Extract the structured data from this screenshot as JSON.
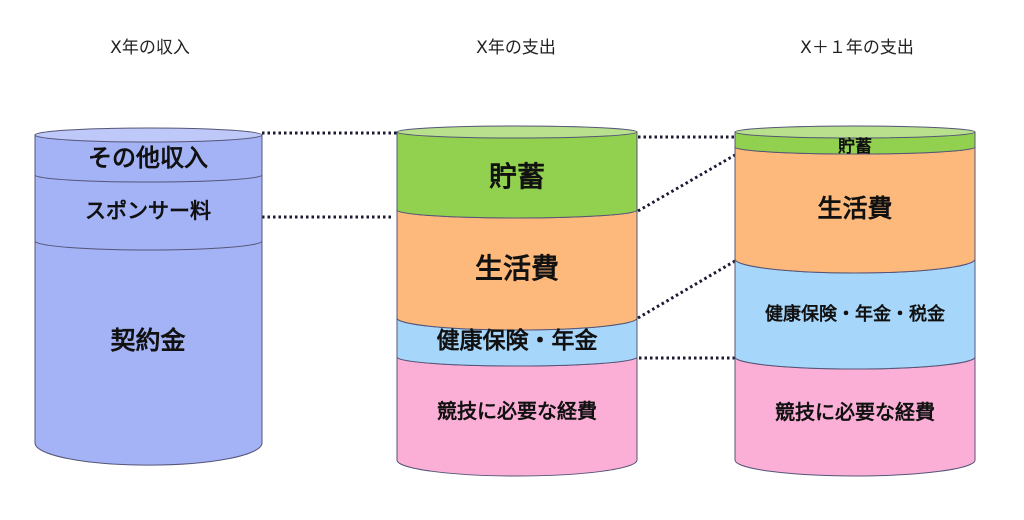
{
  "diagram": {
    "title": "",
    "columns": [
      {
        "id": "income-x",
        "title": "X年の収入",
        "segments": [
          {
            "label": "その他収入",
            "color": "#a4b2f6"
          },
          {
            "label": "スポンサー料",
            "color": "#a4b2f6"
          },
          {
            "label": "契約金",
            "color": "#a4b2f6"
          }
        ]
      },
      {
        "id": "expense-x",
        "title": "X年の支出",
        "segments": [
          {
            "label": "貯蓄",
            "color": "#92d050"
          },
          {
            "label": "生活費",
            "color": "#fdb97b"
          },
          {
            "label": "健康保険・年金",
            "color": "#a7d6fb"
          },
          {
            "label": "競技に必要な経費",
            "color": "#fbafd6"
          }
        ]
      },
      {
        "id": "expense-x1",
        "title": "X＋１年の支出",
        "segments": [
          {
            "label": "貯蓄",
            "color": "#92d050"
          },
          {
            "label": "生活費",
            "color": "#fdb97b"
          },
          {
            "label": "健康保険・年金・税金",
            "color": "#a7d6fb"
          },
          {
            "label": "競技に必要な経費",
            "color": "#fbafd6"
          }
        ]
      }
    ],
    "connector_style": "dotted",
    "colors": {
      "outline": "#555577",
      "connector": "#1a1a33"
    }
  }
}
